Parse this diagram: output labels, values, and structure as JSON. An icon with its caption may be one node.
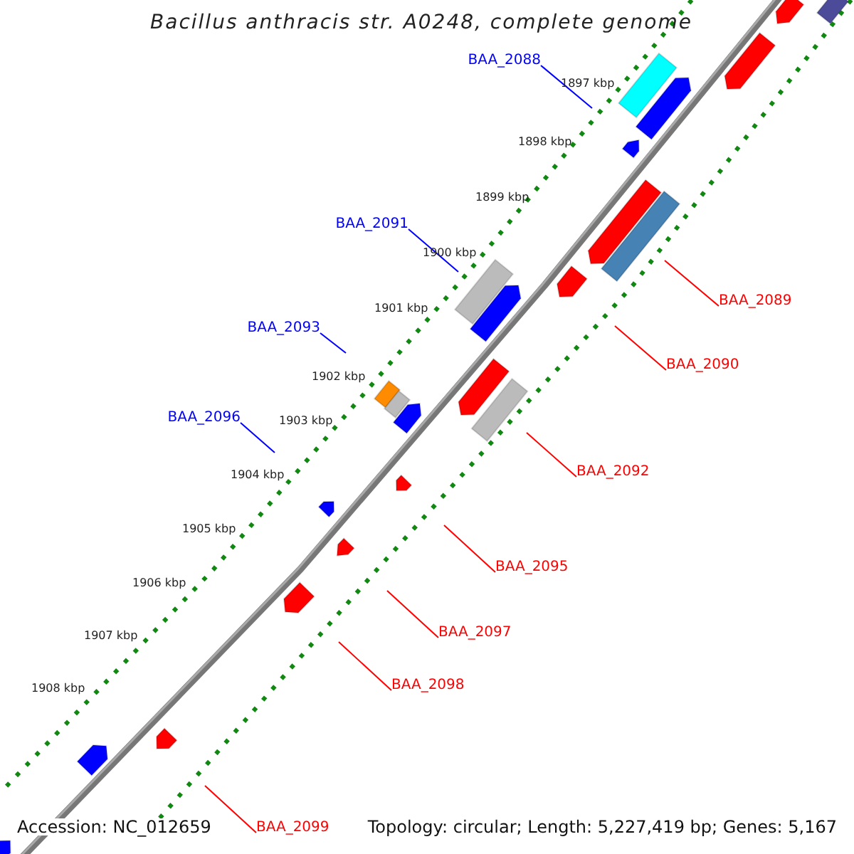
{
  "diagram": {
    "title": "Bacillus anthracis str. A0248, complete genome",
    "nodes": [
      {
        "text": [
          "BAA_2088"
        ]
      },
      {
        "text": [
          "BAA_2091"
        ]
      },
      {
        "text": [
          "BAA_2089"
        ]
      },
      {
        "text": [
          "BAA_2093"
        ]
      },
      {
        "text": [
          "BAA_2090"
        ]
      },
      {
        "text": [
          "BAA_2096"
        ]
      },
      {
        "text": [
          "BAA_2092"
        ]
      },
      {
        "text": [
          "BAA_2095"
        ]
      },
      {
        "text": [
          "BAA_2097"
        ]
      },
      {
        "text": [
          "BAA_2098"
        ]
      },
      {
        "text": [
          "BAA_2099"
        ]
      }
    ],
    "edges": [
      {
        "from": 0,
        "to": null,
        "arrow": "none",
        "color": "#0000ff"
      },
      {
        "from": 1,
        "to": null,
        "arrow": "none",
        "color": "#0000ff"
      },
      {
        "from": 2,
        "to": null,
        "arrow": "none"
      },
      {
        "from": 3,
        "to": null,
        "arrow": "none",
        "color": "#0000ff"
      },
      {
        "from": 4,
        "to": null,
        "arrow": "none"
      },
      {
        "from": 5,
        "to": null,
        "arrow": "none",
        "color": "#0000ff"
      },
      {
        "from": 6,
        "to": null,
        "arrow": "none"
      },
      {
        "from": 7,
        "to": null,
        "arrow": "none"
      },
      {
        "from": 8,
        "to": null,
        "arrow": "none"
      },
      {
        "from": 9,
        "to": null,
        "arrow": "none"
      },
      {
        "from": 10,
        "to": null,
        "arrow": "none"
      }
    ],
    "labels": [
      "1897 kbp",
      "1898 kbp",
      "1899 kbp",
      "1900 kbp",
      "1901 kbp",
      "1902 kbp",
      "1903 kbp",
      "1904 kbp",
      "1905 kbp",
      "1906 kbp",
      "1907 kbp",
      "1908 kbp",
      "Accession: NC_012659",
      "Topology: circular; Length: 5,227,419 bp; Genes: 5,167"
    ]
  }
}
